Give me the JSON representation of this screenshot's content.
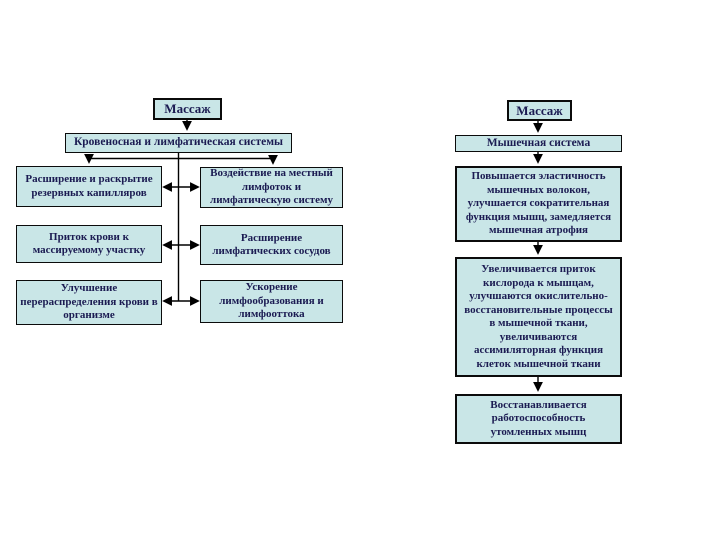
{
  "colors": {
    "box_fill": "#c9e6e7",
    "box_border": "#0b0b0b",
    "text": "#1b1b52",
    "background": "#ffffff",
    "arrow": "#000000"
  },
  "left_diagram": {
    "title": "Массаж",
    "system": "Кровеносная и лимфатическая системы",
    "left_column": [
      "Расширение и раскрытие резервных капилляров",
      "Приток крови к массируемому участку",
      "Улучшение перераспределения крови в организме"
    ],
    "middle_column": [
      "Воздействие на местный лимфоток и лимфатическую систему",
      "Расширение лимфатических сосудов",
      "Ускорение лимфообразования и лимфооттока"
    ]
  },
  "right_diagram": {
    "title": "Массаж",
    "system": "Мышечная система",
    "effects": [
      "Повышается эластичность мышечных волокон, улучшается сократительная функция мышц, замедляется мышечная атрофия",
      "Увеличивается приток кислорода к мышцам, улучшаются окислительно-восстановительные процессы в мышечной ткани, увеличиваются ассимиляторная функция клеток мышечной ткани",
      "Восстанавливается работоспособность утомленных мышц"
    ]
  }
}
